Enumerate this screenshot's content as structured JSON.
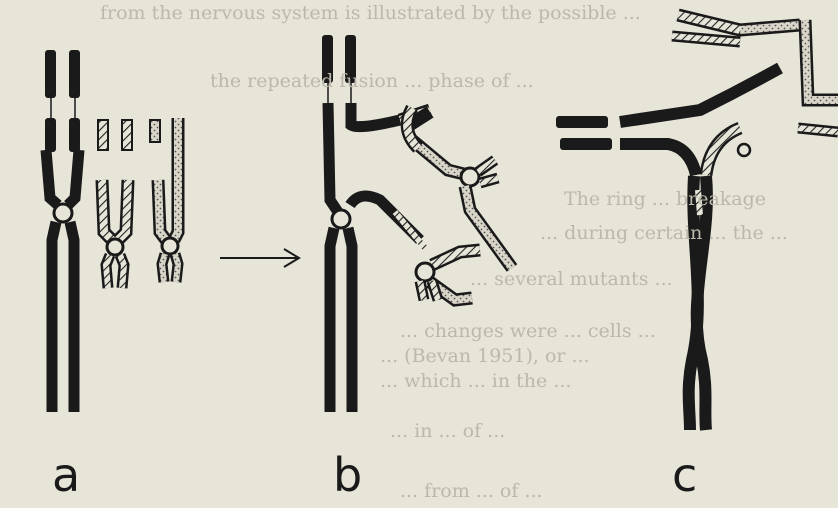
{
  "figure": {
    "panels": [
      {
        "id": "a",
        "label": "a"
      },
      {
        "id": "b",
        "label": "b"
      },
      {
        "id": "c",
        "label": "c"
      }
    ]
  },
  "colors": {
    "paper": "#e7e4d8",
    "ink": "#1a1a1a",
    "faint_text": "#bcb8ab",
    "stipple_fill": "#d9d6c9"
  },
  "bleed_through_text": [
    "from the nervous system is illustrated by the possible ...",
    "the repeated fusion ... phase of ...",
    "The ring ... breakage",
    "... during certain ... the ...",
    "... several mutants ...",
    "... changes were ... cells ...",
    "... (Bevan 1951), or ... ",
    "... which ... in the ...",
    "... in ... of ...",
    "... from ... of ..."
  ]
}
